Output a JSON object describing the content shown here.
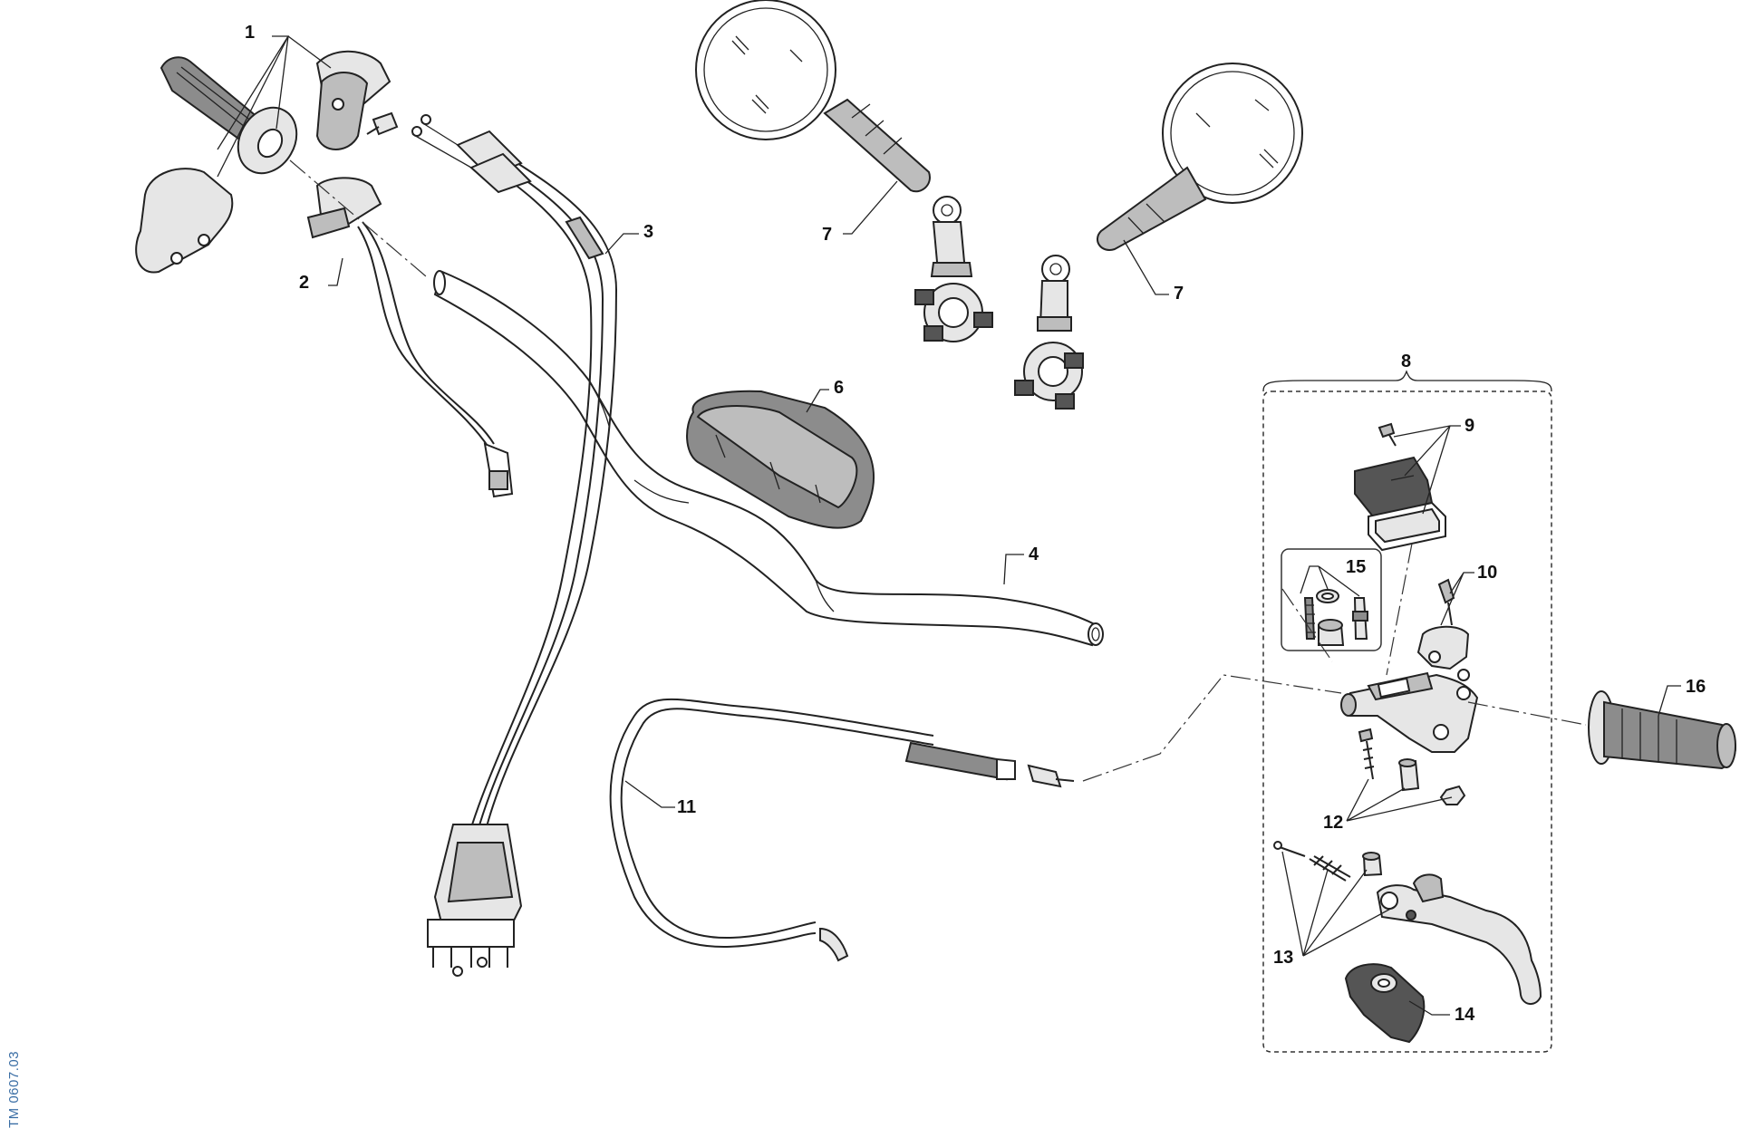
{
  "diagram": {
    "doc_code": "TM 0607.03",
    "callouts": [
      "1",
      "2",
      "3",
      "4",
      "6",
      "7",
      "7",
      "8",
      "9",
      "10",
      "11",
      "12",
      "13",
      "14",
      "15",
      "16"
    ]
  }
}
